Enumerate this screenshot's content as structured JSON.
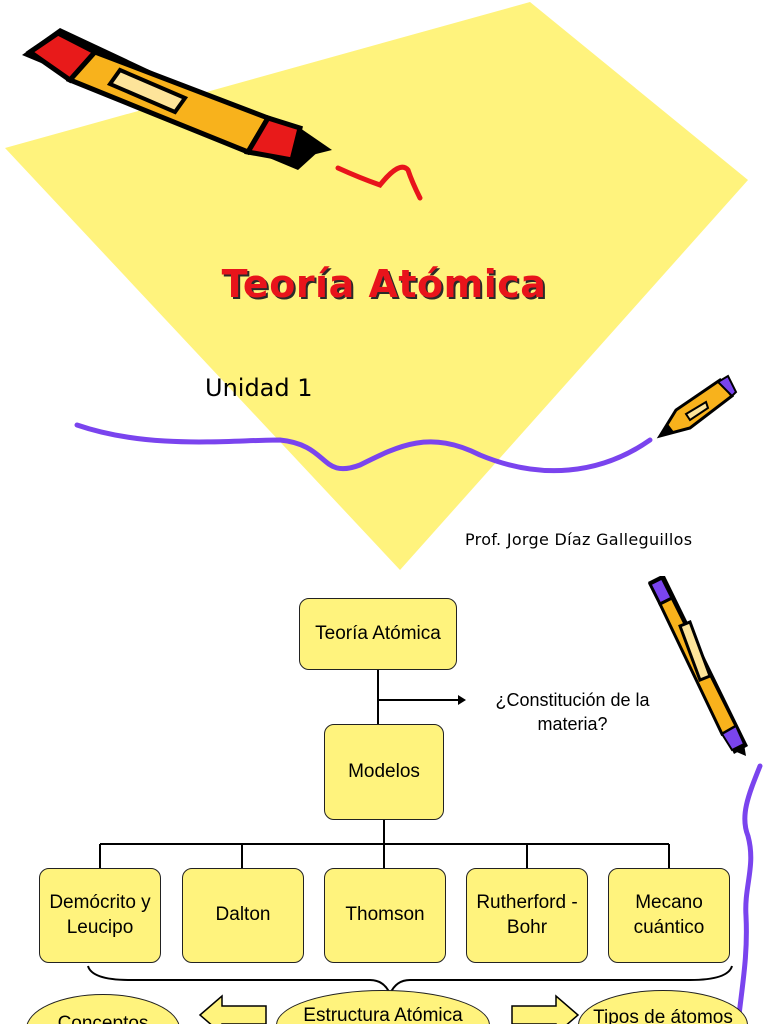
{
  "slide1": {
    "title": "Teoría Atómica",
    "subtitle": "Unidad 1",
    "author": "Prof. Jorge Díaz Galleguillos"
  },
  "slide2": {
    "root": "Teoría Atómica",
    "question": "¿Constitución de la materia?",
    "models_label": "Modelos",
    "models": [
      {
        "label": "Demócrito y Leucipo"
      },
      {
        "label": "Dalton"
      },
      {
        "label": "Thomson"
      },
      {
        "label": "Rutherford - Bohr"
      },
      {
        "label": "Mecano cuántico"
      }
    ],
    "bottom": {
      "left": "Conceptos",
      "center": "Estructura Atómica",
      "right": "Tipos de átomos"
    }
  },
  "colors": {
    "diamond": "#fff37d",
    "box_fill": "#fff37d",
    "title_red": "#e8141b",
    "squiggle_purple": "#7a44ee"
  }
}
